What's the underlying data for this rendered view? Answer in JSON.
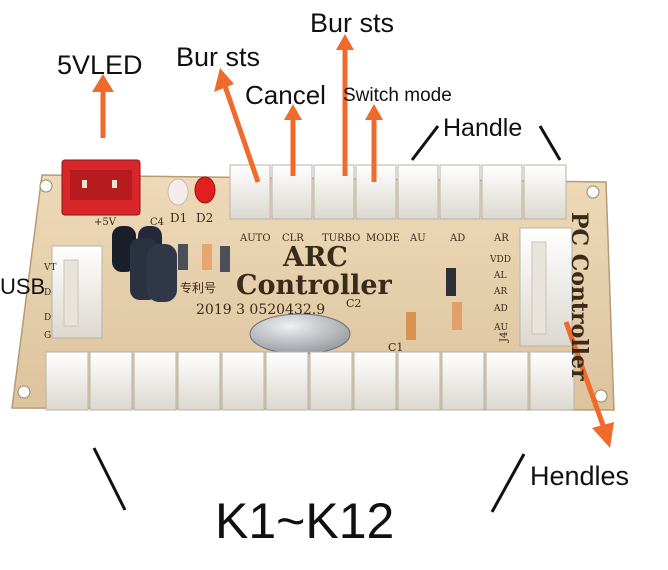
{
  "callouts": {
    "led": "5VLED",
    "burst_left": "Bur sts",
    "burst_right": "Bur sts",
    "cancel": "Cancel",
    "switch_mode": "Switch mode",
    "handle": "Handle",
    "usb": "USB",
    "hendles": "Hendles",
    "keys": "K1~K12"
  },
  "board": {
    "title_line1": "ARC",
    "title_line2": "Controller",
    "side_title": "PC Controller",
    "patent_text": "专利号",
    "patent_number": "2019 3 0520432.9",
    "header_labels": [
      "AUTO",
      "CLR",
      "TURBO",
      "MODE",
      "AU",
      "AD",
      "AR"
    ],
    "joystick_pins": [
      "VDD",
      "AL",
      "AR",
      "AD",
      "AU"
    ],
    "joystick_header": "J4",
    "component_labels": {
      "power": "+5V",
      "cap4": "C4",
      "led1": "D1",
      "led2": "D2",
      "cap2": "C2",
      "cap1": "C1"
    },
    "usb_pins": [
      "VT",
      "D",
      "D",
      "G"
    ]
  },
  "colors": {
    "pcb": "#e9d2b0",
    "connector": "#f4f2ee",
    "red_connector": "#d8262a",
    "arrow": "#f06a2c",
    "led_red": "#e0201e",
    "crystal": "#b9bcc0"
  }
}
